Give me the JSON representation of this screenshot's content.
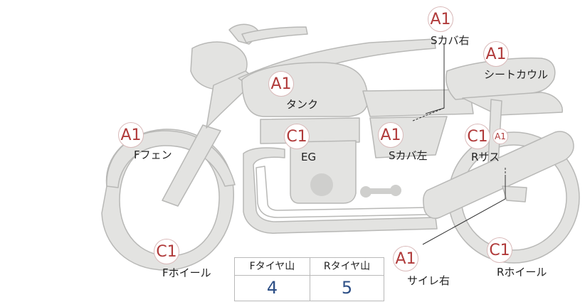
{
  "parts": [
    {
      "id": "s-cover-right",
      "grade": "A1",
      "label": "Sカバ右"
    },
    {
      "id": "seat-cowl",
      "grade": "A1",
      "label": "シートカウル"
    },
    {
      "id": "tank",
      "grade": "A1",
      "label": "タンク"
    },
    {
      "id": "f-fender",
      "grade": "A1",
      "label": "Fフェン"
    },
    {
      "id": "engine",
      "grade": "C1",
      "label": "EG"
    },
    {
      "id": "s-cover-left",
      "grade": "A1",
      "label": "Sカバ左"
    },
    {
      "id": "r-suspension",
      "grade": "C1",
      "grade2": "A1",
      "label": "Rサス"
    },
    {
      "id": "f-wheel",
      "grade": "C1",
      "label": "Fホイール"
    },
    {
      "id": "silencer-right",
      "grade": "A1",
      "label": "サイレ右"
    },
    {
      "id": "r-wheel",
      "grade": "C1",
      "label": "Rホイール"
    }
  ],
  "tire_table": {
    "headers": [
      "Fタイヤ山",
      "Rタイヤ山"
    ],
    "values": [
      "4",
      "5"
    ]
  },
  "colors": {
    "body_fill": "#e3e3e1",
    "body_stroke": "#b8b8b6",
    "grade_text": "#b03a3a",
    "value_text": "#2d4f86"
  }
}
